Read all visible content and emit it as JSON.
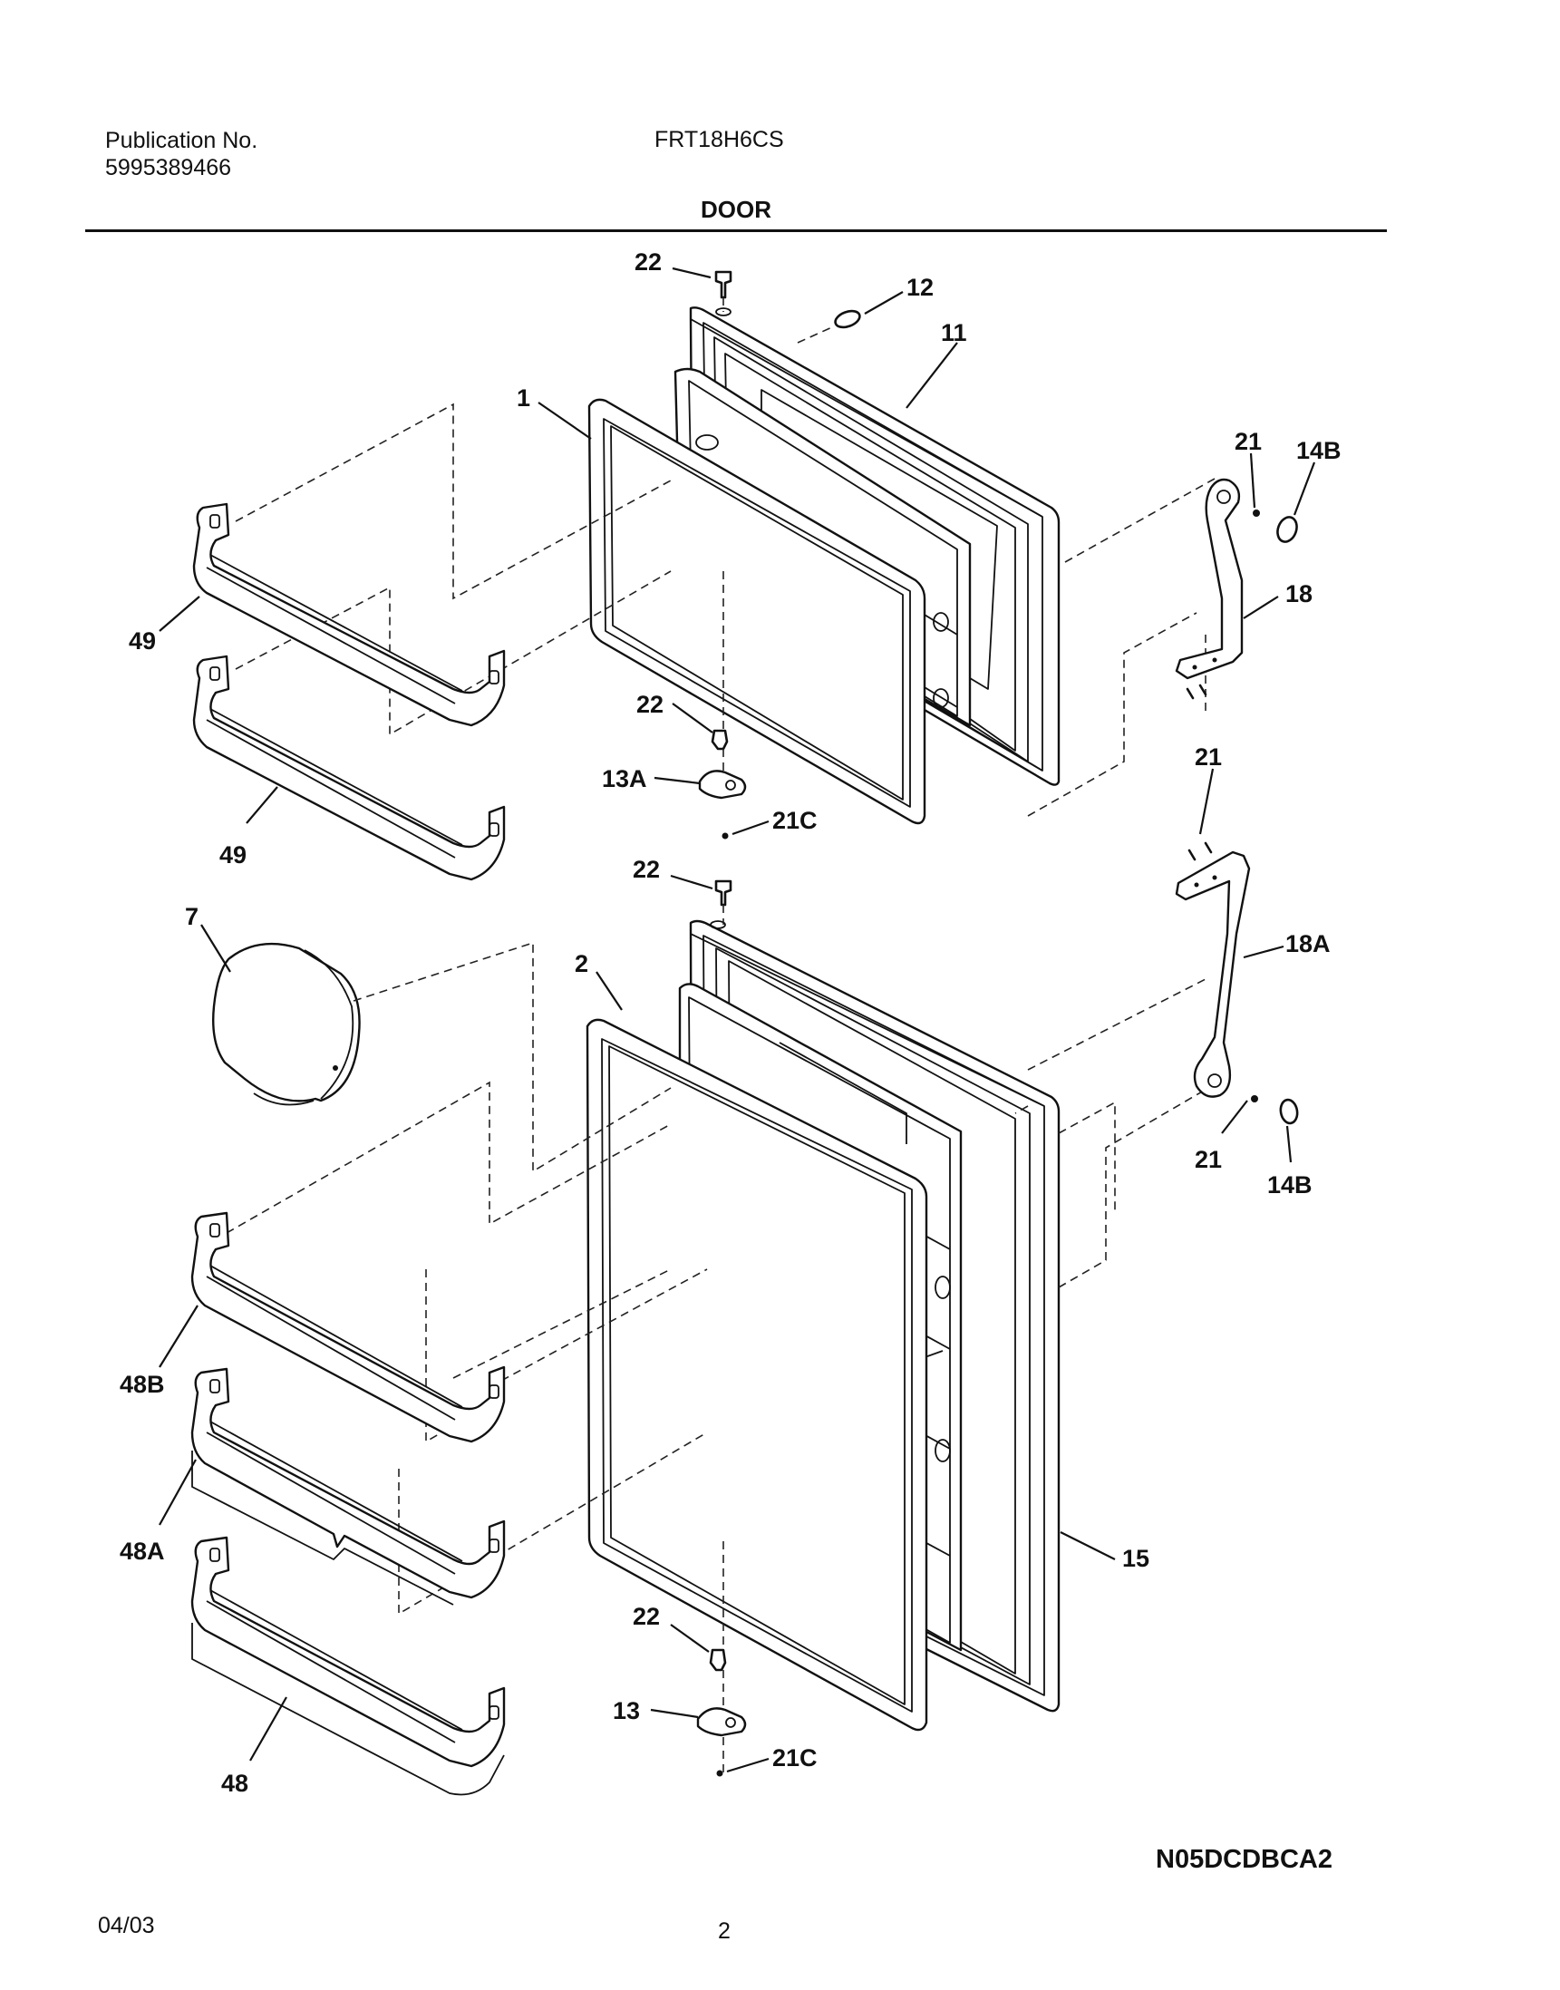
{
  "header": {
    "publication_label": "Publication No.",
    "publication_number": "5995389466",
    "model": "FRT18H6CS",
    "section_title": "DOOR"
  },
  "footer": {
    "diagram_code": "N05DCDBCA2",
    "date": "04/03",
    "page_number": "2"
  },
  "callouts": {
    "c22a": "22",
    "c12": "12",
    "c11": "11",
    "c1": "1",
    "c21a": "21",
    "c14Ba": "14B",
    "c18": "18",
    "c49a": "49",
    "c22b": "22",
    "c13A": "13A",
    "c21b": "21",
    "c21Ca": "21C",
    "c49b": "49",
    "c22c": "22",
    "c7": "7",
    "c2": "2",
    "c18A": "18A",
    "c21c": "21",
    "c14Bb": "14B",
    "c48B": "48B",
    "c48A": "48A",
    "c15": "15",
    "c22d": "22",
    "c13": "13",
    "c21Cb": "21C",
    "c48": "48"
  }
}
